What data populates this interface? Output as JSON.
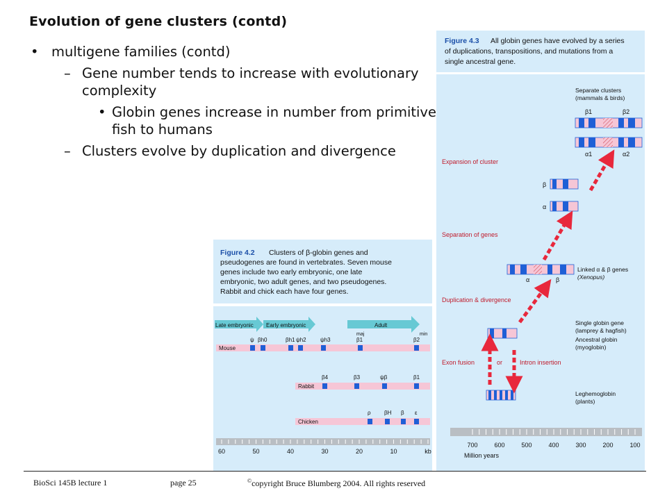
{
  "title": "Evolution of gene clusters (contd)",
  "bullets": {
    "l1": "multigene families (contd)",
    "l2a": "Gene number tends to increase with evolutionary complexity",
    "l3": "Globin genes increase in number from primitive fish to humans",
    "l2b": "Clusters evolve by duplication and divergence"
  },
  "fig43": {
    "caption_label": "Figure 4.3",
    "caption_text_1": "All globin genes have evolved by a series",
    "caption_text_2": "of duplications, transpositions, and mutations from a",
    "caption_text_3": "single ancestral gene.",
    "stages": {
      "expansion": "Expansion of cluster",
      "separation": "Separation of genes",
      "duplication": "Duplication & divergence",
      "exon_fusion": "Exon fusion",
      "or": "or",
      "intron_insertion": "Intron insertion"
    },
    "labels": {
      "separate_1": "Separate clusters",
      "separate_2": "(mammals & birds)",
      "beta1": "β1",
      "beta2": "β2",
      "alpha1": "α1",
      "alpha2": "α2",
      "beta": "β",
      "alpha": "α",
      "linked_1": "Linked α & β genes",
      "linked_2": "(Xenopus)",
      "single_1": "Single globin gene",
      "single_2": "(lamprey & hagfish)",
      "single_3": "Ancestral globin",
      "single_4": "(myoglobin)",
      "leg_1": "Leghemoglobin",
      "leg_2": "(plants)"
    },
    "axis_ticks": [
      "700",
      "600",
      "500",
      "400",
      "300",
      "200",
      "100"
    ],
    "axis_title": "Million years"
  },
  "fig42": {
    "caption_label": "Figure 4.2",
    "caption_text_1": "Clusters of β-globin genes and",
    "caption_text_2": "pseudogenes are found in vertebrates.  Seven mouse",
    "caption_text_3": "genes include two early embryonic, one late",
    "caption_text_4": "embryonic, two adult genes, and two pseudogenes.",
    "caption_text_5": "Rabbit and chick each have four genes.",
    "stages": [
      "Late embryonic",
      "Early embryonic",
      "Adult"
    ],
    "species": [
      "Mouse",
      "Rabbit",
      "Chicken"
    ],
    "mouse_genes": [
      "ψ",
      "βh0",
      "βh1",
      "ψh2",
      "ψh3",
      "β1",
      "β2"
    ],
    "mouse_sub": [
      "maj",
      "min"
    ],
    "rabbit_genes": [
      "β4",
      "β3",
      "ψβ",
      "β1"
    ],
    "chicken_genes": [
      "ρ",
      "βH",
      "β",
      "ε"
    ],
    "axis_ticks": [
      "60",
      "50",
      "40",
      "30",
      "20",
      "10",
      "kb"
    ]
  },
  "footer": {
    "course": "BioSci 145B lecture 1",
    "page": "page 25",
    "copyright_symbol": "©",
    "copyright": "copyright Bruce Blumberg 2004.  All rights reserved"
  },
  "colors": {
    "panel": "#d6ecfa",
    "gene_blue": "#1f5fd6",
    "gene_pink": "#f6c6d6",
    "arrow_red": "#e8283c",
    "stage_teal": "#67c9d4"
  }
}
